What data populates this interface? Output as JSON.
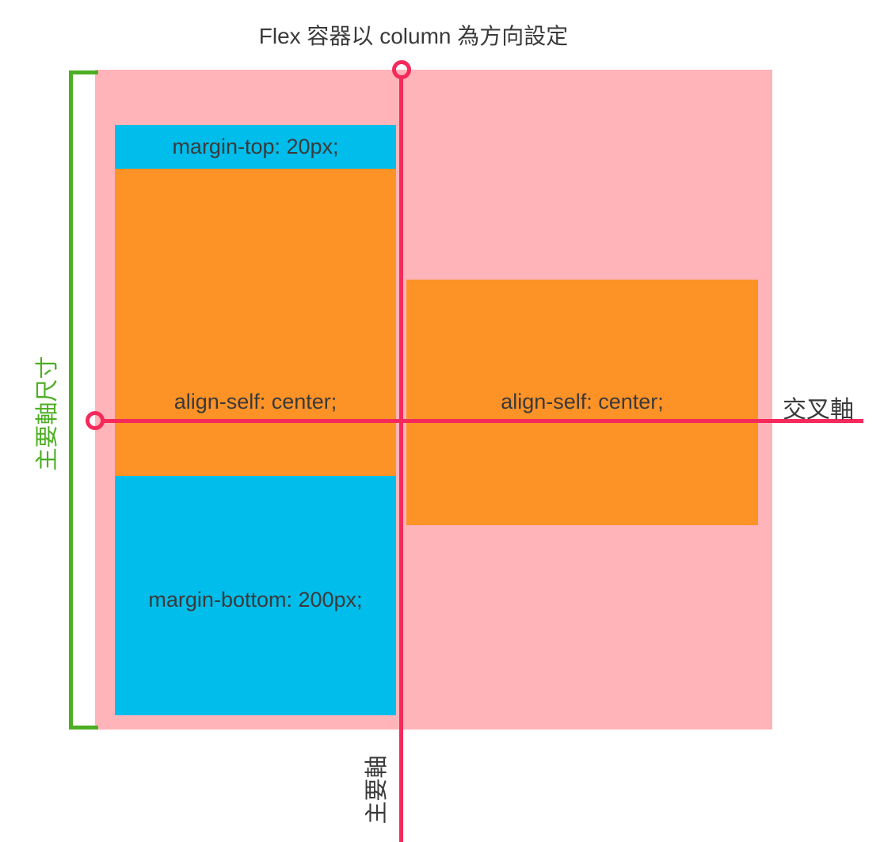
{
  "title": "Flex 容器以 column 為方向設定",
  "axes": {
    "main_axis_label": "主要軸",
    "cross_axis_label": "交叉軸",
    "main_axis_size_label": "主要軸尺寸"
  },
  "flex_items": {
    "left": {
      "margin_top_label": "margin-top: 20px;",
      "align_self_label": "align-self: center;",
      "margin_bottom_label": "margin-bottom: 200px;"
    },
    "right": {
      "align_self_label": "align-self: center;"
    }
  },
  "colors": {
    "container": "#ffb4ba",
    "item": "#fd9227",
    "margin": "#00bdeb",
    "axis": "#f5295b",
    "bracket": "#4cae23",
    "text": "#3a3a3a"
  }
}
